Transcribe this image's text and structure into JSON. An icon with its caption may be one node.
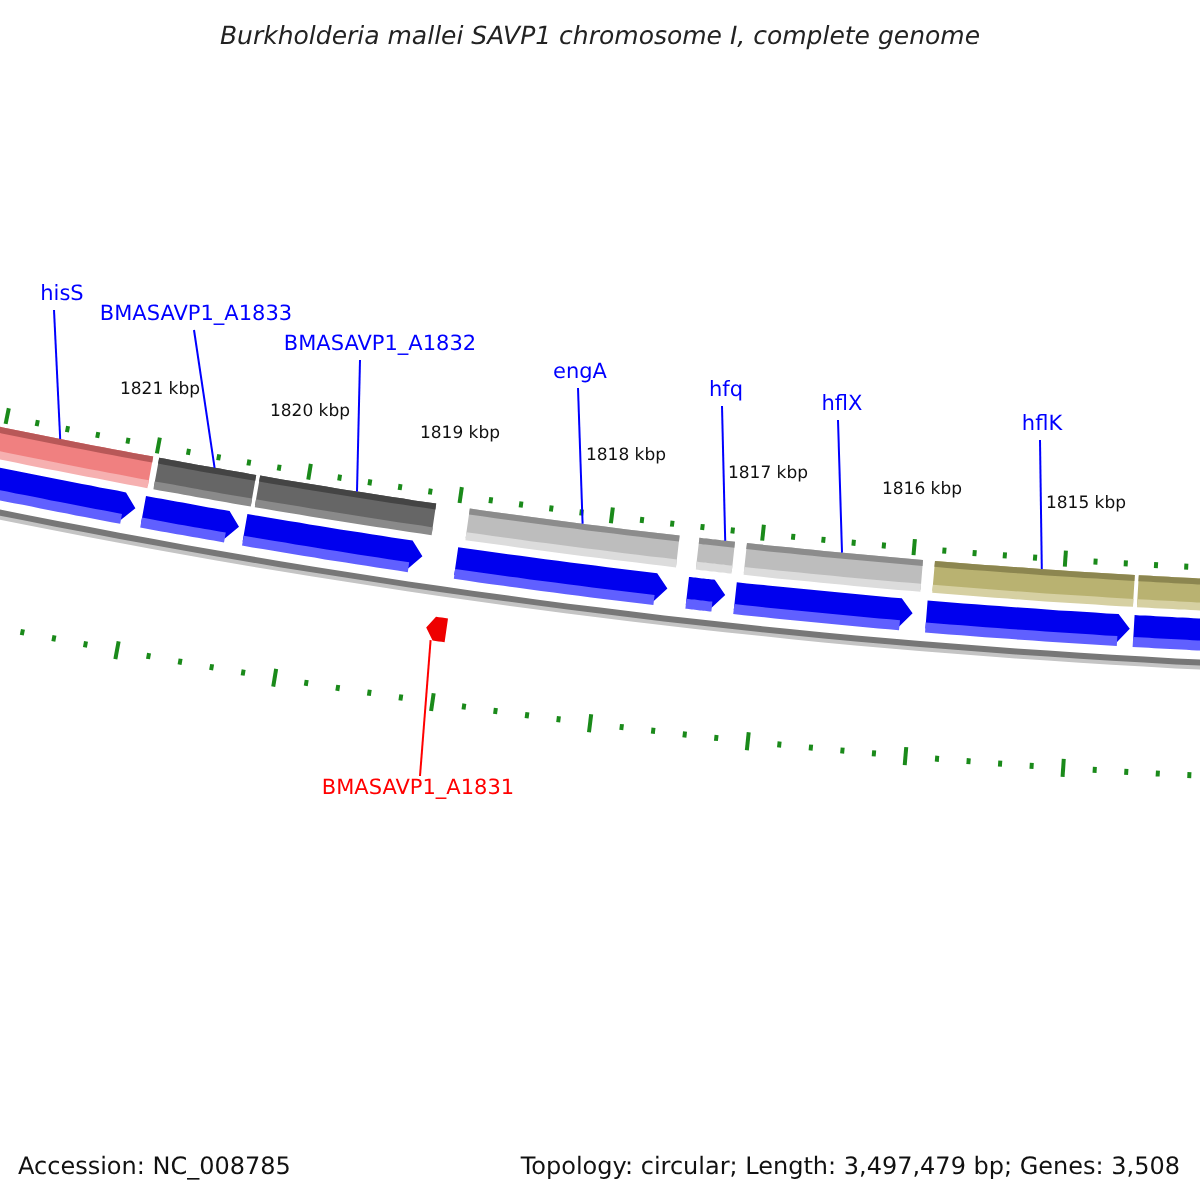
{
  "diagram": {
    "title": "Burkholderia mallei SAVP1 chromosome I, complete genome",
    "nodes": [
      {
        "text": [
          "hisS"
        ]
      },
      {
        "text": [
          "BMASAVP1_A1833"
        ]
      },
      {
        "text": [
          "BMASAVP1_A1832"
        ]
      },
      {
        "text": [
          "engA"
        ]
      },
      {
        "text": [
          "hfq"
        ]
      },
      {
        "text": [
          "hflX"
        ]
      },
      {
        "text": [
          "hflK"
        ]
      },
      {
        "text": [],
        "shape": "bar"
      },
      {
        "text": [],
        "shape": "bar"
      },
      {
        "text": [],
        "shape": "bar"
      },
      {
        "text": [],
        "shape": "bar"
      },
      {
        "text": [],
        "shape": "bar"
      },
      {
        "text": [],
        "shape": "bar"
      },
      {
        "text": [],
        "shape": "bar"
      },
      {
        "text": [],
        "shape": "bar"
      },
      {
        "text": [],
        "shape": "bar"
      },
      {
        "text": [
          "BMASAVP1_A1831"
        ]
      },
      {
        "text": [],
        "shape": "bar"
      },
      {
        "text": [],
        "shape": "bar"
      },
      {
        "text": [],
        "shape": "bar"
      },
      {
        "text": [],
        "shape": "bar"
      },
      {
        "text": [],
        "shape": "bar"
      },
      {
        "text": [],
        "shape": "bar"
      },
      {
        "text": [],
        "shape": "bar"
      },
      {
        "text": [],
        "shape": "bar"
      }
    ],
    "edges": [
      {
        "from": 0,
        "to": 7,
        "arrow": "none"
      },
      {
        "from": 1,
        "to": 8,
        "arrow": "none"
      },
      {
        "from": 2,
        "to": 9,
        "arrow": "none"
      },
      {
        "from": 3,
        "to": 10,
        "arrow": "none"
      },
      {
        "from": 4,
        "to": 11,
        "arrow": "none"
      },
      {
        "from": 5,
        "to": 12,
        "arrow": "none"
      },
      {
        "from": 6,
        "to": 13,
        "arrow": "none"
      },
      {
        "from": 16,
        "to": 15,
        "arrow": "none",
        "color": "#ff0000"
      }
    ],
    "labels": [
      "1821 kbp",
      "1820 kbp",
      "1819 kbp",
      "1818 kbp",
      "1817 kbp",
      "1816 kbp",
      "1815 kbp",
      "Accession: NC_008785",
      "Topology: circular; Length: 3,497,479 bp; Genes: 3,508"
    ]
  }
}
